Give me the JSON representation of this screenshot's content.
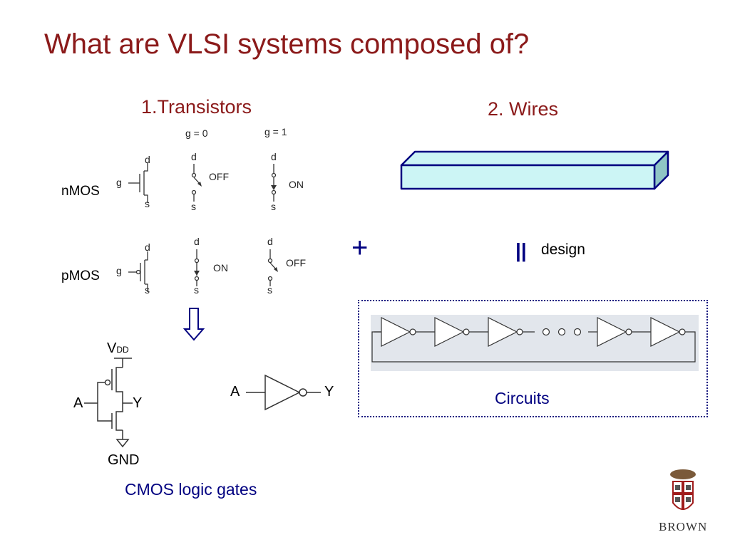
{
  "title": "What are VLSI systems composed of?",
  "transistors": {
    "heading": "1.Transistors",
    "g0_label": "g = 0",
    "g1_label": "g = 1",
    "nmos": {
      "label": "nMOS",
      "g": "g",
      "d": "d",
      "s": "s",
      "state_g0": "OFF",
      "state_g1": "ON"
    },
    "pmos": {
      "label": "pMOS",
      "g": "g",
      "d": "d",
      "s": "s",
      "state_g0": "ON",
      "state_g1": "OFF"
    }
  },
  "wires": {
    "heading": "2. Wires"
  },
  "operators": {
    "plus": "+",
    "equals": "||",
    "design": "design"
  },
  "circuits": {
    "label": "Circuits",
    "dots": "○ ○ ○"
  },
  "gates": {
    "label": "CMOS logic gates",
    "vdd_main": "V",
    "vdd_sub": "DD",
    "gnd": "GND",
    "input": "A",
    "output": "Y",
    "symbol_input": "A",
    "symbol_output": "Y"
  },
  "logo": {
    "text": "BROWN"
  },
  "colors": {
    "title": "#8b1a1a",
    "accent": "#000080",
    "wire_fill": "#ccf5f5",
    "circuit_bg": "#e2e6ec"
  }
}
